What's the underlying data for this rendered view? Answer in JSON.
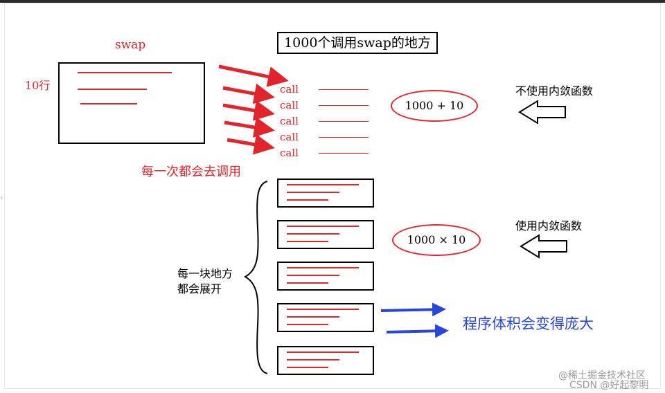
{
  "title": "1000个调用swap的地方",
  "swap_label": "swap",
  "rows_label": "10行",
  "call_label": "call",
  "call_count": 5,
  "annotation_each_call": "每一次都会去调用",
  "oval_no_inline": "1000 + 10",
  "oval_inline": "1000 × 10",
  "label_no_inline": "不使用内敛函数",
  "label_inline": "使用内敛函数",
  "expand_note": [
    "每一块地方",
    "都会展开"
  ],
  "bloat_note": "程序体积会变得庞大",
  "watermark_1": "@稀土掘金技术社区",
  "watermark_2": "CSDN @好起黎明",
  "colors": {
    "red": "#e0262c",
    "blue": "#2946d8"
  }
}
